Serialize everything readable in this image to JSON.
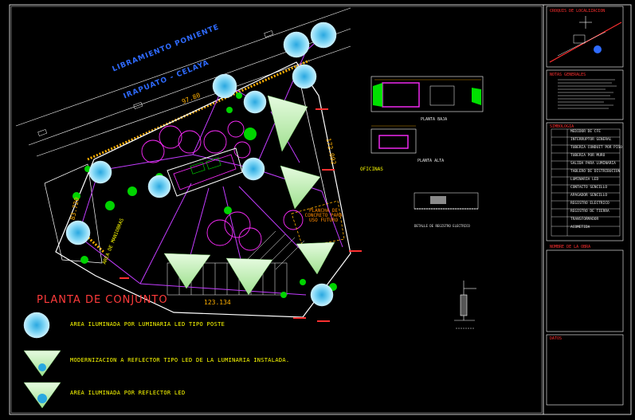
{
  "drawing": {
    "main_title": "PLANTA DE CONJUNTO",
    "road_name_top": "LIBRAMIENTO PONIENTE",
    "road_name_bottom": "IRAPUATO - CELAYA",
    "dimensions": {
      "top_edge": "97.80",
      "right_edge": "172.092",
      "bottom_edge": "123.134",
      "left_edge": "83.720"
    },
    "building_labels": {
      "planta_baja": "PLANTA BAJA",
      "planta_alta": "PLANTA ALTA",
      "oficinas": "OFICINAS",
      "future_area": "PLANCHA DE CONCRETO PARA USO FUTURO",
      "left_area": "AREA DE MANIOBRAS"
    }
  },
  "legend": [
    {
      "symbol": "circle-lamp-icon",
      "text": "AREA ILUMINADA POR LUMINARIA LED TIPO POSTE"
    },
    {
      "symbol": "triangle-reflector-icon",
      "text": "MODERNIZACION A REFLECTOR TIPO LED DE LA LUMINARIA INSTALADA."
    },
    {
      "symbol": "triangle-circle-reflector-icon",
      "text": "AREA ILUMINADA POR REFLECTOR LED"
    }
  ],
  "title_block": {
    "location_heading": "CROQUIS DE LOCALIZACION",
    "notes_heading": "NOTAS GENERALES",
    "symbols_heading": "SIMBOLOGIA",
    "symbols": [
      "MEDIDOR DE CFE",
      "INTERRUPTOR GENERAL",
      "TUBERIA CONDUIT POR PISO",
      "TUBERIA POR MURO",
      "SALIDA PARA LUMINARIA",
      "TABLERO DE DISTRIBUCION",
      "LUMINARIA LED",
      "CONTACTO SENCILLO",
      "APAGADOR SENCILLO",
      "REGISTRO ELECTRICO",
      "REGISTRO DE TIERRA",
      "TRANSFORMADOR",
      "ACOMETIDA"
    ],
    "approval_heading": "NOMBRE DE LA OBRA",
    "bottom_heading": "DATOS"
  },
  "detail_label": "DETALLE DE REGISTRO ELECTRICO",
  "colors": {
    "background": "#000000",
    "lamp_circle": "#7fd6f5",
    "reflector": "#c6f2b8",
    "property_line": "#ffffff",
    "wiring": "#c33cff",
    "building": "#ff2bff",
    "trees": "#00d400",
    "dimension": "#ffb000",
    "titles": "#ff3b3b",
    "legend_text": "#ffff00",
    "road_text": "#2f6bff"
  }
}
